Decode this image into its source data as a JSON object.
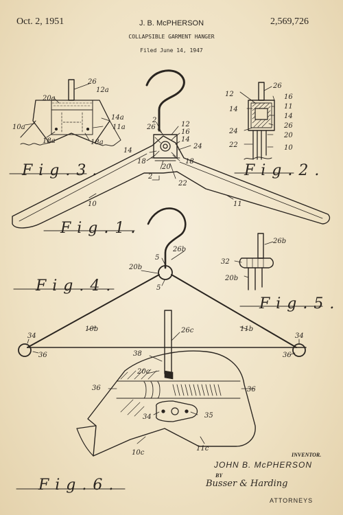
{
  "header": {
    "date": "Oct. 2, 1951",
    "inventor_header": "J. B. McPHERSON",
    "title": "COLLAPSIBLE GARMENT HANGER",
    "filed": "Filed June 14, 1947",
    "patent_number": "2,569,726"
  },
  "figures": {
    "fig1": "Fig.1.",
    "fig2": "Fig.2.",
    "fig3": "Fig.3.",
    "fig4": "Fig.4.",
    "fig5": "Fig.5.",
    "fig6": "Fig.6."
  },
  "callouts": {
    "fig1": [
      "2",
      "26",
      "12",
      "16",
      "14",
      "24",
      "14",
      "18",
      "20",
      "18",
      "2",
      "22",
      "10",
      "11"
    ],
    "fig2": [
      "12",
      "26",
      "16",
      "14",
      "11",
      "14",
      "24",
      "26",
      "20",
      "22",
      "10"
    ],
    "fig3": [
      "26",
      "12a",
      "20a",
      "14a",
      "10a",
      "11a",
      "18a",
      "18a"
    ],
    "fig4": [
      "5",
      "26b",
      "20b",
      "5",
      "10b",
      "11b",
      "34",
      "36",
      "34",
      "36"
    ],
    "fig5": [
      "26b",
      "32",
      "20b"
    ],
    "fig6": [
      "26c",
      "38",
      "20c",
      "36",
      "36",
      "34",
      "35",
      "10c",
      "11c"
    ]
  },
  "footer": {
    "inventor_label": "INVENTOR.",
    "inventor_name": "JOHN B. McPHERSON",
    "by": "BY",
    "attorney_signature": "Busser & Harding",
    "attorneys": "ATTORNEYS"
  },
  "colors": {
    "paper": "#f1e6cc",
    "ink": "#2a2520"
  }
}
